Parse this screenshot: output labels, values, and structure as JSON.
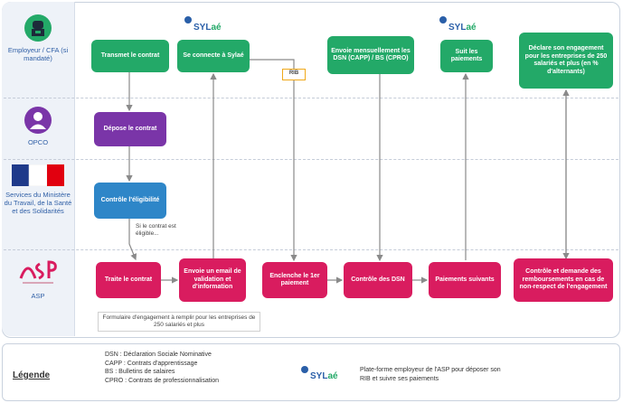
{
  "actors": [
    {
      "id": "employer",
      "label": "Employeur / CFA (si mandaté)",
      "icon": "employer-icon"
    },
    {
      "id": "opco",
      "label": "OPCO",
      "icon": "opco-icon"
    },
    {
      "id": "ministry",
      "label": "Services du Ministère du Travail, de la Santé et des Solidarités",
      "icon": "republic-logo-icon"
    },
    {
      "id": "asp",
      "label": "ASP",
      "icon": "asp-logo-icon"
    }
  ],
  "sylae": {
    "prefix": "SYL",
    "suffix": "aé"
  },
  "steps": {
    "employer": [
      "Transmet le contrat",
      "Se connecte à Sylaé",
      "Envoie mensuellement les DSN (CAPP) / BS (CPRO)",
      "Suit les paiements",
      "Déclare son engagement pour les entreprises de 250 salariés et plus (en % d'alternants)"
    ],
    "opco": [
      "Dépose le contrat"
    ],
    "ministry": [
      "Contrôle l'éligibilité"
    ],
    "asp": [
      "Traite le contrat",
      "Envoie un email de validation et d'information",
      "Enclenche le 1er paiement",
      "Contrôle des DSN",
      "Paiements suivants",
      "Contrôle et demande des remboursements en cas de non-respect de l'engagement"
    ]
  },
  "rib_label": "RIB",
  "eligibility_note": "Si le contrat est éligible...",
  "form_note": "Formulaire d'engagement à remplir pour les entreprises de 250 salariés et plus",
  "legend": {
    "title": "Légende",
    "abbreviations": [
      "DSN : Déclaration Sociale Nominative",
      "CAPP : Contrats d'apprentissage",
      "BS : Bulletins de salaires",
      "CPRO : Contrats de professionnalisation"
    ],
    "sylae_desc": "Plate-forme employeur de l'ASP pour déposer son RIB et suivre ses paiements"
  },
  "colors": {
    "employer_steps": "#23a968",
    "opco_steps": "#7a35a8",
    "ministry_steps": "#2e86c8",
    "asp_steps": "#d91c5f",
    "arrows": "#8a8a8a"
  }
}
